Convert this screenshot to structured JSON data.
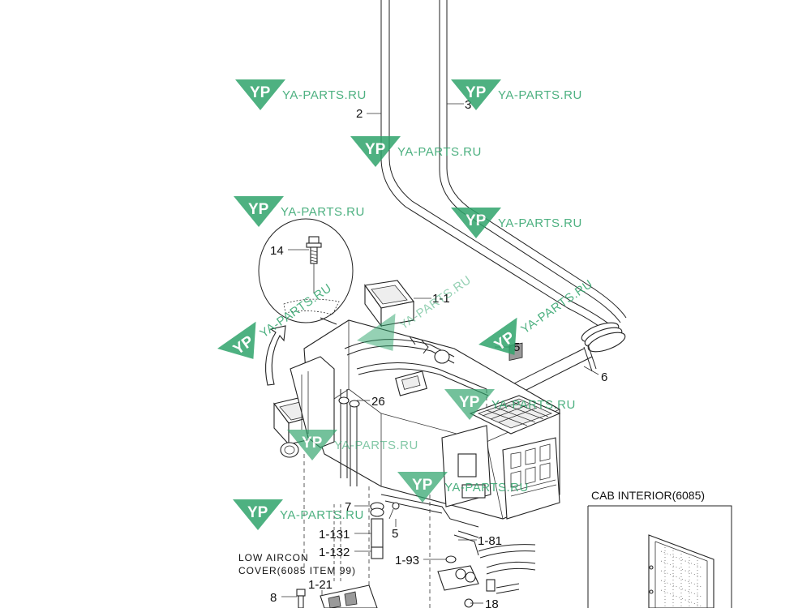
{
  "diagram": {
    "callouts": [
      {
        "id": "c2",
        "text": "2"
      },
      {
        "id": "c3",
        "text": "3"
      },
      {
        "id": "c14",
        "text": "14"
      },
      {
        "id": "c1-1",
        "text": "1-1"
      },
      {
        "id": "c5a",
        "text": "5"
      },
      {
        "id": "c6",
        "text": "6"
      },
      {
        "id": "c26",
        "text": "26"
      },
      {
        "id": "c7",
        "text": "7"
      },
      {
        "id": "c5b",
        "text": "5"
      },
      {
        "id": "c1-131",
        "text": "1-131"
      },
      {
        "id": "c1-132",
        "text": "1-132"
      },
      {
        "id": "c1-81",
        "text": "1-81"
      },
      {
        "id": "c1-93",
        "text": "1-93"
      },
      {
        "id": "c1-21",
        "text": "1-21"
      },
      {
        "id": "c8",
        "text": "8"
      },
      {
        "id": "c18",
        "text": "18"
      }
    ],
    "caption_line1": "LOW AIRCON",
    "caption_line2": "COVER(6085 ITEM 99)",
    "inset_title": "CAB INTERIOR(6085)"
  },
  "watermark": {
    "text": "YA-PARTS.RU",
    "logo_letters": "YP",
    "color": "#2fa36b"
  }
}
